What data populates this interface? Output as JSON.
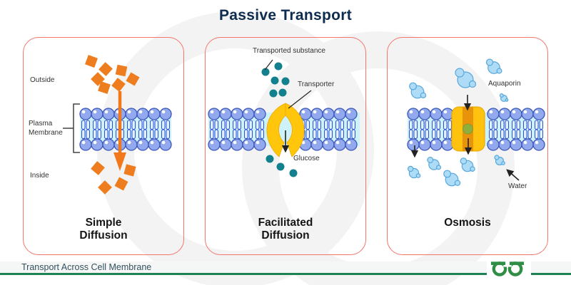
{
  "title": "Passive Transport",
  "panels": [
    {
      "title": "Simple Diffusion",
      "labels": {
        "outside": "Outside",
        "plasma_membrane": "Plasma Membrane",
        "inside": "Inside"
      }
    },
    {
      "title": "Facilitated Diffusion",
      "labels": {
        "transported_substance": "Transported substance",
        "transporter": "Transporter",
        "glucose": "Glucose"
      }
    },
    {
      "title": "Osmosis",
      "labels": {
        "aquaporin": "Aquaporin",
        "water": "Water"
      }
    }
  ],
  "footer": {
    "caption": "Transport Across Cell Membrane",
    "logo_icon": "geeksforgeeks-logo"
  },
  "colors": {
    "panel_border": "#F4766B",
    "title_navy": "#0E2C4E",
    "orange": "#EE7D1F",
    "teal": "#12808D",
    "transporter_yellow": "#FFC60B",
    "aquaporin_gold": "#FFC20E",
    "aquaporin_core": "#E8940A",
    "aquaporin_pore_green": "#8FAE3E",
    "membrane_band": "#CDF2F9",
    "lipid_head": "#93A9ED",
    "lipid_outline": "#3B57B8",
    "lipid_tail_fill": "#E2F1FF",
    "lipid_tail_stroke": "#2B4FD3",
    "water_blue": "#AEDCF7",
    "water_stroke": "#57A7DC",
    "arrow_black": "#222222",
    "footer_green": "#1E8254",
    "logo_green": "#2F8D46",
    "watermark_gray": "#F3F3F4"
  }
}
